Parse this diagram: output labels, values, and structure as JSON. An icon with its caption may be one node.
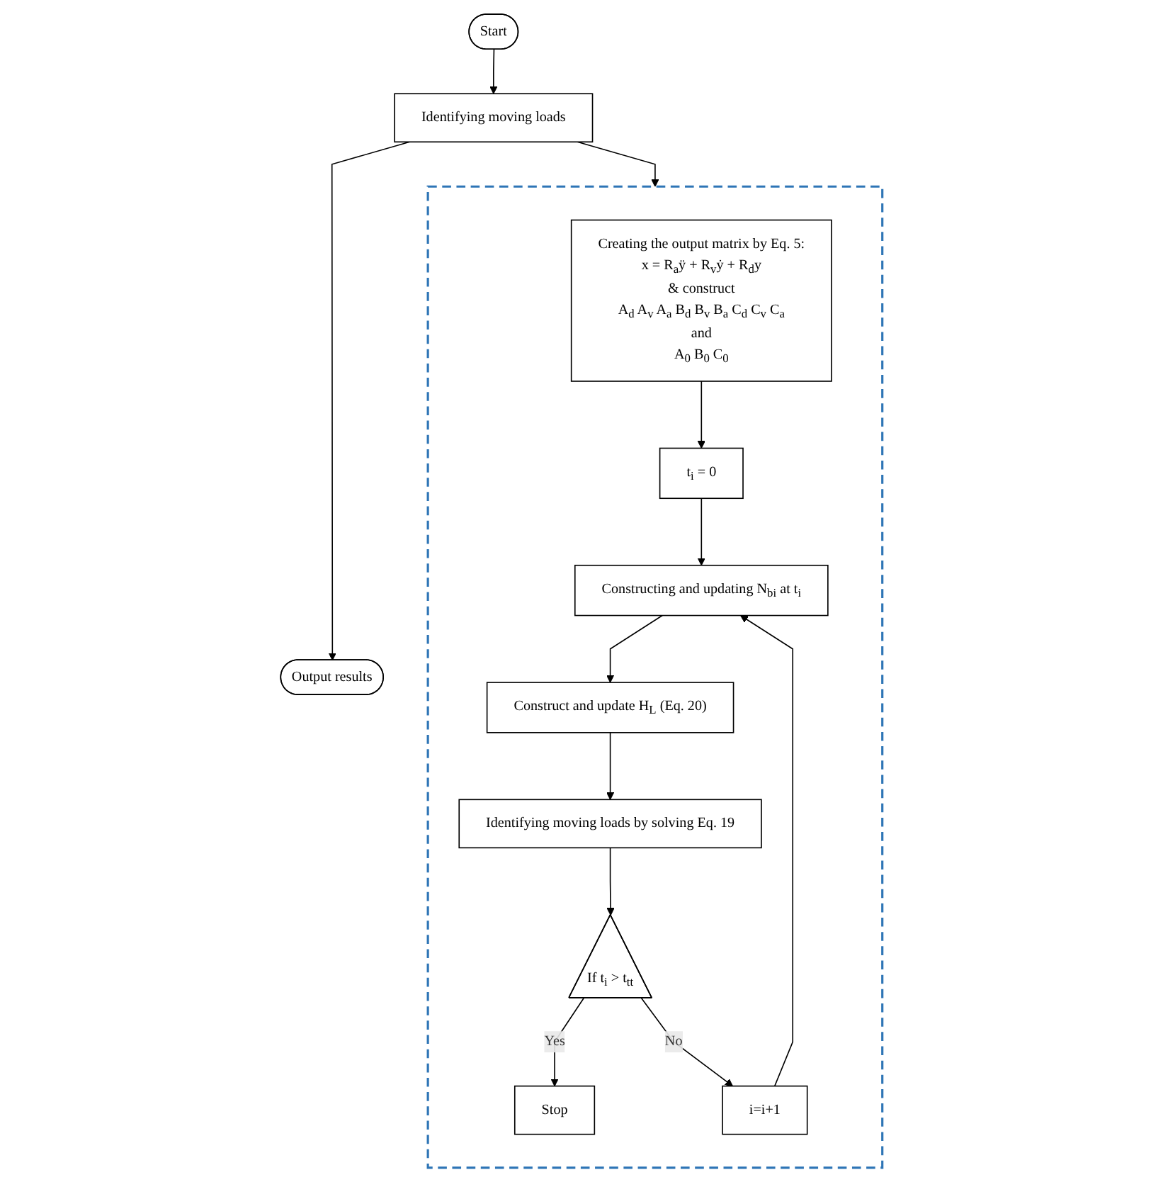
{
  "diagram": {
    "nodes": [
      {
        "text": [
          "Start"
        ]
      },
      {
        "text": [
          "Identifying moving loads"
        ]
      },
      {
        "text": [
          "Output results"
        ]
      },
      {
        "text": [],
        "shape": "box"
      },
      {
        "text": [
          "Creating the output matrix by Eq. 5:",
          "x = R$_{a}$ÿ + R$_{v}$ẏ + R$_{d}$y",
          "& construct",
          "A$_{d}$ A$_{v}$ A$_{a}$ B$_{d}$ B$_{v}$ B$_{a}$ C$_{d}$ C$_{v}$ C$_{a}$",
          "and",
          "A$_{0}$ B$_{0}$ C$_{0}$"
        ],
        "in": 3
      },
      {
        "text": [
          "t$_{i}$ = 0"
        ],
        "in": 3
      },
      {
        "text": [
          "i=i+1"
        ],
        "in": 3
      },
      {
        "text": [
          "Constructing and updating N$_{bi}$ at t$_{i}$"
        ],
        "in": 3
      },
      {
        "text": [
          "Construct and update H$_{L}$ (Eq. 20)"
        ],
        "in": 3
      },
      {
        "text": [
          "Identifying moving loads by solving Eq. 19"
        ],
        "in": 3
      },
      {
        "text": [
          "If t$_{i}$ > t$_{tt}$"
        ],
        "in": 3
      },
      {
        "text": [
          "Stop"
        ],
        "in": 3
      }
    ],
    "edges": [
      {
        "from": 0,
        "to": 1,
        "arrow": "to"
      },
      {
        "from": 1,
        "to": 2,
        "arrow": "to"
      },
      {
        "from": 1,
        "to": 3,
        "arrow": "to"
      },
      {
        "from": 4,
        "to": 5,
        "arrow": "to"
      },
      {
        "from": 5,
        "to": 7,
        "arrow": "to"
      },
      {
        "from": 6,
        "to": 7,
        "arrow": "to"
      },
      {
        "from": 7,
        "to": 8,
        "arrow": "to"
      },
      {
        "from": 8,
        "to": 9,
        "arrow": "to"
      },
      {
        "from": 9,
        "to": 10,
        "arrow": "to"
      },
      {
        "from": 10,
        "to": 11,
        "label": "Yes",
        "arrow": "to"
      },
      {
        "from": 10,
        "to": 6,
        "label": "No",
        "arrow": "to"
      }
    ]
  }
}
